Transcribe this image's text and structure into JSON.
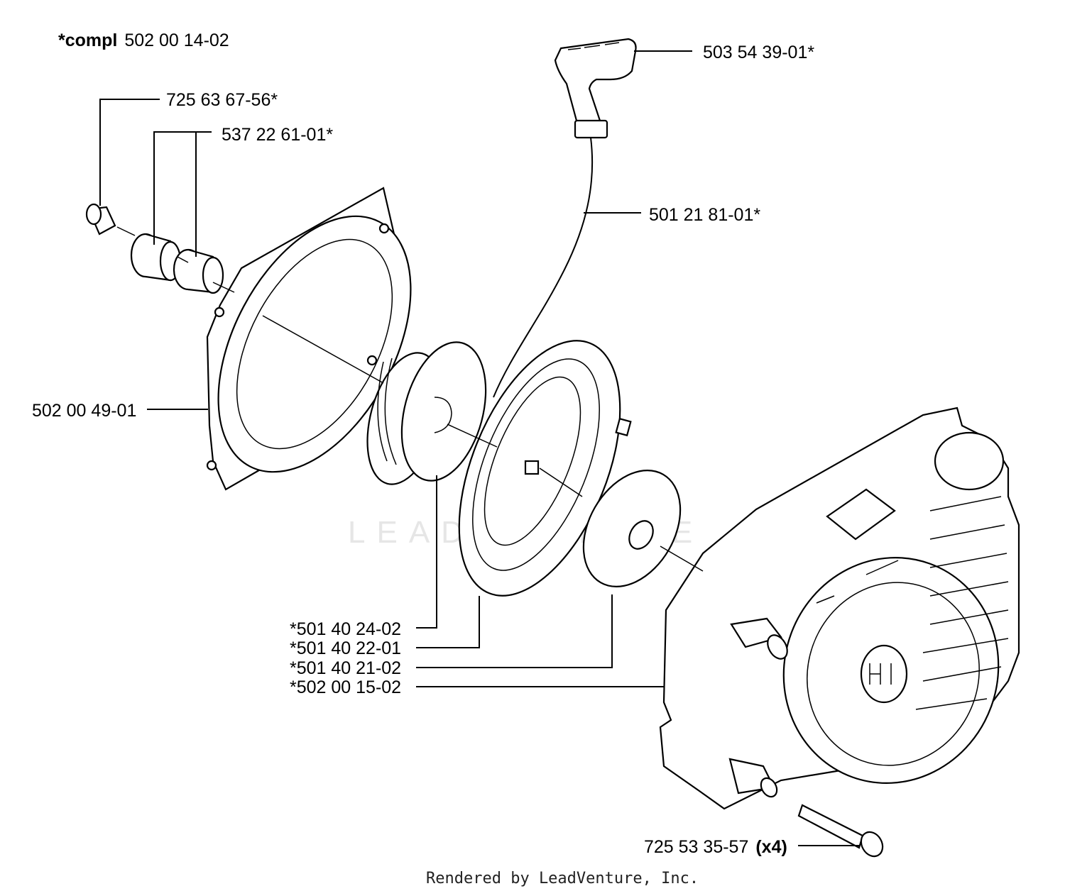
{
  "header": {
    "prefix": "*compl",
    "number": "502 00 14-02"
  },
  "watermark": "LEADVENTURE",
  "footer": "Rendered by LeadVenture, Inc.",
  "callouts": [
    {
      "id": "handle",
      "text": "503 54 39-01*"
    },
    {
      "id": "screw",
      "text": "725 63 67-56*"
    },
    {
      "id": "bushing",
      "text": "537 22 61-01*"
    },
    {
      "id": "rope",
      "text": "501 21 81-01*"
    },
    {
      "id": "plate",
      "text": "502 00 49-01"
    },
    {
      "id": "pulley",
      "text": "*501 40 24-02"
    },
    {
      "id": "spring",
      "text": "*501 40 22-01"
    },
    {
      "id": "washer",
      "text": "*501 40 21-02"
    },
    {
      "id": "cover",
      "text": "*502 00 15-02"
    },
    {
      "id": "bolt",
      "text": "725 53 35-57",
      "qty": "(x4)"
    }
  ]
}
